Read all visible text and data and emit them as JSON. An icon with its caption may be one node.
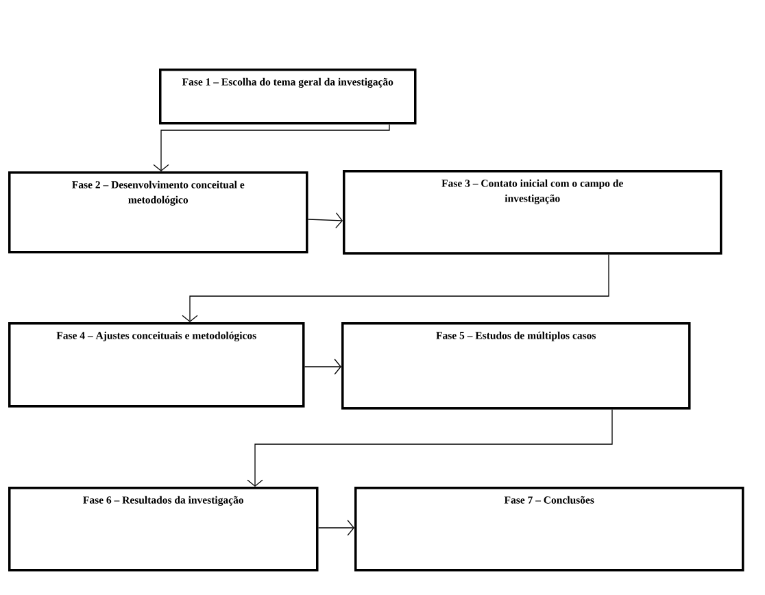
{
  "diagram": {
    "nodes": [
      {
        "text": [
          "Fase 1 – Escolha do tema geral da investigação"
        ]
      },
      {
        "text": [
          "Fase 2 – Desenvolvimento conceitual e metodológico"
        ]
      },
      {
        "text": [
          "Fase 3 – Contato inicial com o campo de investigação"
        ]
      },
      {
        "text": [
          "Fase 4 – Ajustes conceituais e metodológicos"
        ]
      },
      {
        "text": [
          "Fase 5 – Estudos de múltiplos casos"
        ]
      },
      {
        "text": [
          "Fase 6 – Resultados da investigação"
        ]
      },
      {
        "text": [
          "Fase 7 – Conclusões"
        ]
      }
    ],
    "edges": [
      {
        "from": 0,
        "to": 1,
        "arrow": "to"
      },
      {
        "from": 1,
        "to": 2,
        "arrow": "to"
      },
      {
        "from": 2,
        "to": 3,
        "arrow": "to"
      },
      {
        "from": 3,
        "to": 4,
        "arrow": "to"
      },
      {
        "from": 4,
        "to": 5,
        "arrow": "to"
      },
      {
        "from": 5,
        "to": 6,
        "arrow": "to"
      }
    ]
  }
}
